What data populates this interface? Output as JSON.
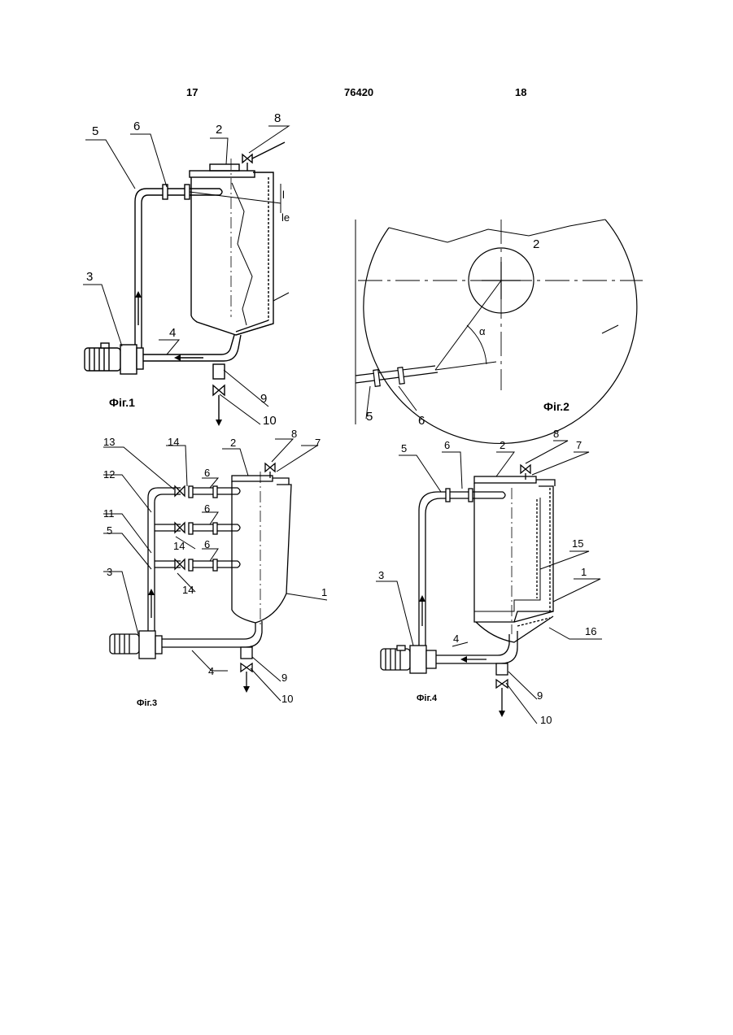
{
  "header": {
    "page_left": "17",
    "patent_number": "76420",
    "page_right": "18"
  },
  "fig1": {
    "caption": "Фіг.1",
    "labels": {
      "l2": "2",
      "l3": "3",
      "l4": "4",
      "l5": "5",
      "l6": "6",
      "l8": "8",
      "l9": "9",
      "l10": "10",
      "l_angle": "l",
      "l_e": "lе"
    }
  },
  "fig2": {
    "caption": "Фіг.2",
    "labels": {
      "l2": "2",
      "l5": "5",
      "l6": "6",
      "alpha": "α"
    }
  },
  "fig3": {
    "caption": "Фіг.3",
    "labels": {
      "l1": "1",
      "l2": "2",
      "l3": "3",
      "l4": "4",
      "l5": "5",
      "l6a": "6",
      "l6b": "6",
      "l6c": "6",
      "l7": "7",
      "l8": "8",
      "l9": "9",
      "l10": "10",
      "l11": "11",
      "l12": "12",
      "l13": "13",
      "l14a": "14",
      "l14b": "14",
      "l14c": "14"
    }
  },
  "fig4": {
    "caption": "Фіг.4",
    "labels": {
      "l1": "1",
      "l2": "2",
      "l3": "3",
      "l4": "4",
      "l5": "5",
      "l6": "6",
      "l7": "7",
      "l8": "8",
      "l9": "9",
      "l10": "10",
      "l15": "15",
      "l16": "16"
    }
  }
}
